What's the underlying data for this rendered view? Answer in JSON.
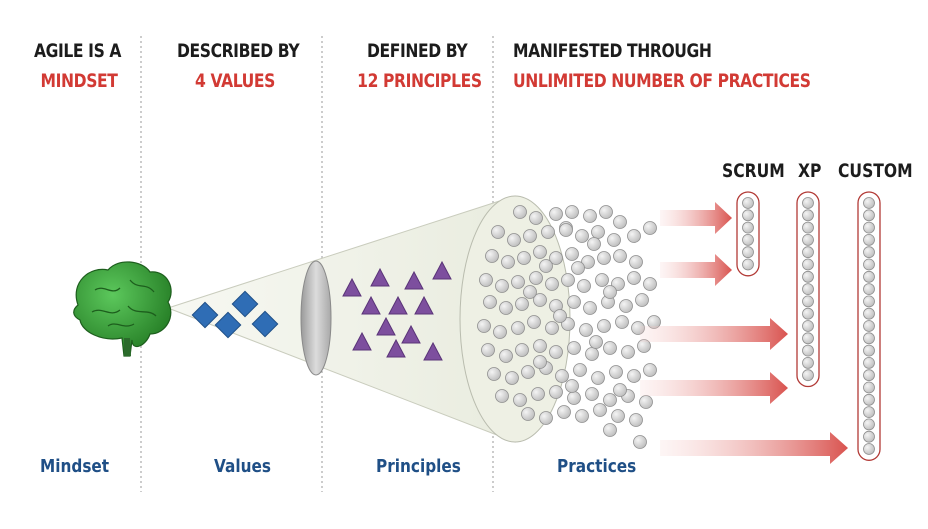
{
  "header": {
    "mindset": {
      "line1": "AGILE IS A",
      "line2": "MINDSET"
    },
    "values": {
      "line1": "DESCRIBED BY",
      "line2": "4 VALUES"
    },
    "principles": {
      "line1": "DEFINED BY",
      "line2": "12 PRINCIPLES"
    },
    "practices": {
      "line1": "MANIFESTED THROUGH",
      "line2": "UNLIMITED NUMBER OF PRACTICES"
    }
  },
  "footer": {
    "mindset": "Mindset",
    "values": "Values",
    "principles": "Principles",
    "practices": "Practices"
  },
  "practice_groups": [
    {
      "label": "SCRUM",
      "count": 6
    },
    {
      "label": "XP",
      "count": 15
    },
    {
      "label": "CUSTOM",
      "count": 21
    }
  ],
  "colors": {
    "heading": "#1c1c1c",
    "accent_red": "#d23a34",
    "footer_blue": "#1f4f86",
    "brain_green": "#3a9a3a",
    "value_blue": "#2f6db5",
    "principle_purple": "#7d4f9e",
    "practice_gray": "#d8d8d8",
    "arrow_red": "#d9534f"
  },
  "icons": {
    "brain": "brain-icon"
  }
}
